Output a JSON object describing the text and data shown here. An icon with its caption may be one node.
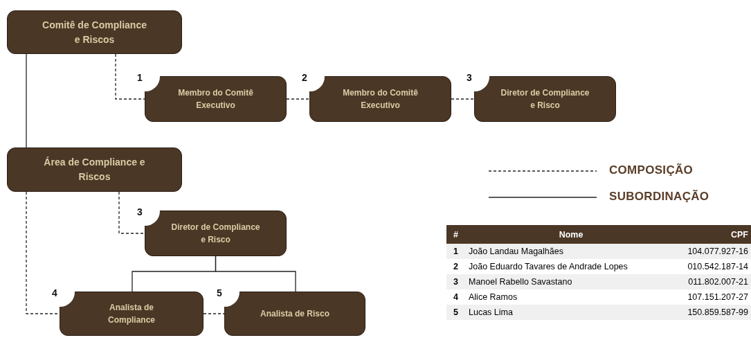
{
  "diagram": {
    "nodes": [
      {
        "text": [
          "Comitê de Compliance e Riscos"
        ]
      },
      {
        "text": [
          "Membro do Comitê Executivo"
        ],
        "beside": [
          "1"
        ]
      },
      {
        "text": [
          "Membro do Comitê Executivo"
        ],
        "beside": [
          "2"
        ]
      },
      {
        "text": [
          "Diretor de Compliance e Risco"
        ],
        "beside": [
          "3"
        ]
      },
      {
        "text": [
          "Área de Compliance e Riscos"
        ]
      },
      {
        "text": [
          "Diretor de Compliance e Risco"
        ],
        "beside": [
          "3"
        ]
      },
      {
        "text": [
          "Analista de Compliance"
        ],
        "beside": [
          "4"
        ]
      },
      {
        "text": [
          "Analista de Risco"
        ],
        "beside": [
          "5"
        ]
      }
    ],
    "edges": [
      {
        "from": 0,
        "to": 1,
        "arrow": "none",
        "style": "dashed"
      },
      {
        "from": 1,
        "to": 2,
        "arrow": "none",
        "style": "dashed"
      },
      {
        "from": 2,
        "to": 3,
        "arrow": "none",
        "style": "dashed"
      },
      {
        "from": 0,
        "to": 4,
        "arrow": "none"
      },
      {
        "from": 4,
        "to": 5,
        "arrow": "none",
        "style": "dashed"
      },
      {
        "from": 4,
        "to": 6,
        "arrow": "none",
        "style": "dashed"
      },
      {
        "from": 5,
        "to": 6,
        "arrow": "none"
      },
      {
        "from": 5,
        "to": 7,
        "arrow": "none"
      },
      {
        "from": 6,
        "to": 7,
        "arrow": "none",
        "style": "dashed"
      }
    ],
    "labels": [
      "#",
      "Nome",
      "CPF",
      "1",
      "João Landau Magalhães",
      "104.077.927-16",
      "2",
      "João Eduardo Tavares de Andrade Lopes",
      "010.542.187-14",
      "3",
      "Manoel Rabello Savastano",
      "011.802.007-21",
      "4",
      "Alice Ramos",
      "107.151.207-27",
      "5",
      "Lucas Lima",
      "150.859.587-99"
    ],
    "legend": [
      {
        "text": "COMPOSIÇÃO"
      },
      {
        "text": "SUBORDINAÇÃO"
      }
    ]
  }
}
